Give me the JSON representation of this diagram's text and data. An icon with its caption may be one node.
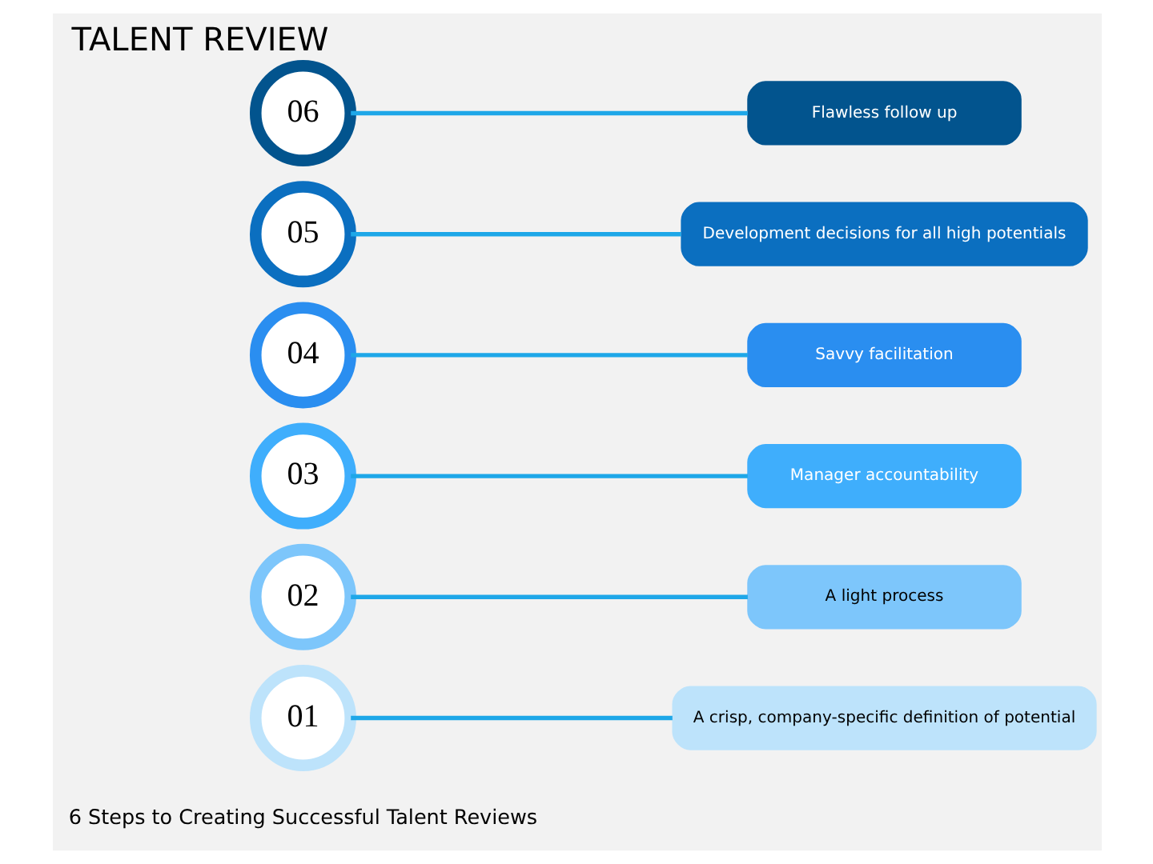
{
  "diagram": {
    "title": "TALENT REVIEW",
    "nodes": [
      {
        "text": [
          "01"
        ]
      },
      {
        "text": [
          "A crisp, company-specific definition of potential"
        ]
      },
      {
        "text": [
          "02"
        ]
      },
      {
        "text": [
          "A light process"
        ]
      },
      {
        "text": [
          "03"
        ]
      },
      {
        "text": [
          "Manager accountability"
        ]
      },
      {
        "text": [
          "04"
        ]
      },
      {
        "text": [
          "Savvy facilitation"
        ]
      },
      {
        "text": [
          "05"
        ]
      },
      {
        "text": [
          "Development decisions for all high potentials"
        ]
      },
      {
        "text": [
          "06"
        ]
      },
      {
        "text": [
          "Flawless follow up"
        ]
      }
    ],
    "edges": [
      {
        "from": 0,
        "to": 1,
        "arrow": "none"
      },
      {
        "from": 2,
        "to": 3,
        "arrow": "none"
      },
      {
        "from": 4,
        "to": 5,
        "arrow": "none"
      },
      {
        "from": 6,
        "to": 7,
        "arrow": "none"
      },
      {
        "from": 8,
        "to": 9,
        "arrow": "none"
      },
      {
        "from": 10,
        "to": 11,
        "arrow": "none"
      }
    ],
    "labels": [
      "6 Steps to Creating Successful Talent Reviews"
    ]
  }
}
